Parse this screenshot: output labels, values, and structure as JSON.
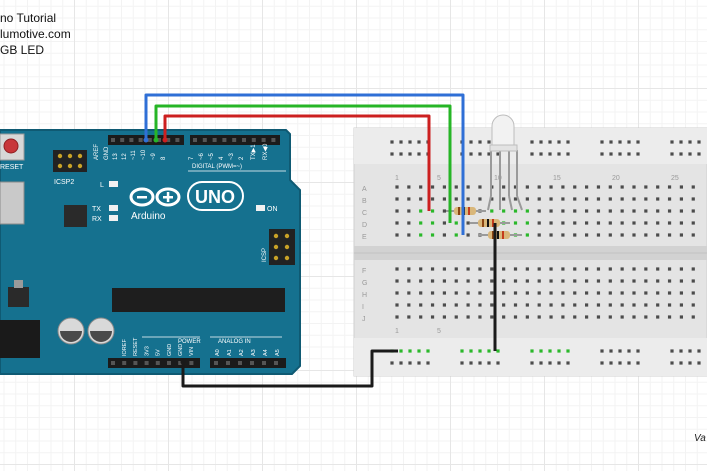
{
  "title": {
    "line1": "no Tutorial",
    "line2": "lumotive.com",
    "line3": "GB LED"
  },
  "credit": "Va",
  "arduino": {
    "reset_label": "RESET",
    "icsp2_label": "ICSP2",
    "icsp_label": "ICSP",
    "brand": "Arduino",
    "model": "UNO",
    "led_l": "L",
    "led_tx": "TX",
    "led_rx": "RX",
    "led_on": "ON",
    "digital_header": "DIGITAL (PWM=~)",
    "top_pins": [
      "AREF",
      "GND",
      "13",
      "12",
      "~11",
      "~10",
      "~9",
      "8",
      "7",
      "~6",
      "~5",
      "4",
      "~3",
      "2",
      "TX▶1",
      "RX◀0"
    ],
    "power_header": "POWER",
    "analog_header": "ANALOG IN",
    "power_pins": [
      "IOREF",
      "RESET",
      "3V3",
      "5V",
      "GND",
      "GND",
      "VIN"
    ],
    "analog_pins": [
      "A0",
      "A1",
      "A2",
      "A3",
      "A4",
      "A5"
    ]
  },
  "breadboard": {
    "rows_top": [
      "A",
      "B",
      "C",
      "D",
      "E"
    ],
    "rows_bottom": [
      "F",
      "G",
      "H",
      "I",
      "J"
    ],
    "col_numbers": [
      "1",
      "5",
      "10",
      "15",
      "20",
      "25"
    ]
  },
  "wires": [
    {
      "name": "blue-wire",
      "color": "#2f6fd6"
    },
    {
      "name": "green-wire",
      "color": "#26b526"
    },
    {
      "name": "red-wire",
      "color": "#cc1f1f"
    },
    {
      "name": "ground-wire",
      "color": "#1a1a1a"
    }
  ],
  "colors": {
    "board": "#15718f",
    "board_edge": "#0f5a73",
    "breadboard": "#e7e7e7",
    "hole": "#4c4c4c",
    "active_hole": "#2ab82a"
  }
}
